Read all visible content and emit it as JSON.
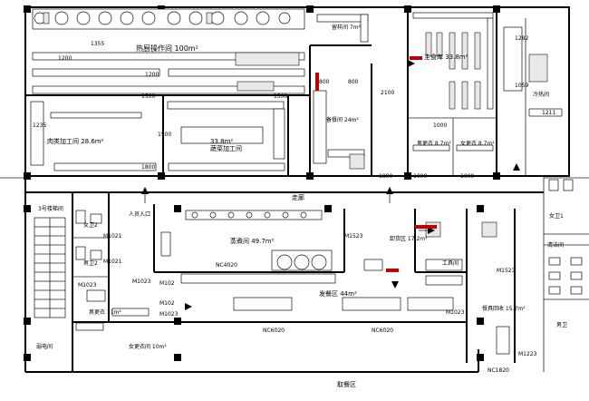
{
  "rooms": {
    "hot_kitchen": "热厨操作间 100m²",
    "snack_room": "留样间 7m²",
    "main_store": "主食库 33.8m²",
    "cold_room": "冷热间",
    "meat_room": "肉类加工间 28.6m²",
    "veg_room": "33.8m²\n蔬菜加工间",
    "prep_room": "备餐间 24m²",
    "male_locker_top": "男更衣 8.7m²",
    "female_locker_top": "女更衣 8.7m²",
    "corridor": "走廊",
    "stair3": "3号楼梯间",
    "wc_female2": "女卫2",
    "wc_male2": "男卫2",
    "staff_entry": "人员入口",
    "steam_room": "蒸煮间 49.7m²",
    "unload": "卸货区 17.2m²",
    "tool_room": "工具间",
    "serving": "发餐区 44m²",
    "tableware": "餐具回收 15.7m²",
    "male_locker": "男更衣 11m²",
    "female_locker": "女更衣间 10m²",
    "weak_elec": "弱电间",
    "pickup": "取餐区",
    "wc_female1": "女卫1",
    "cleaning": "清洁间",
    "wc_male1": "男卫"
  },
  "doors": {
    "nc4020": "NC4020",
    "nc6020a": "NC6020",
    "nc6020b": "NC6020",
    "m1021a": "M1021",
    "m1021b": "M1021",
    "m1023a": "M1023",
    "m1023b": "M1023",
    "m1023c": "M1023",
    "m1023d": "M1023",
    "m1523a": "M1523",
    "m1523b": "M1523",
    "m1223": "M1223",
    "nc1820": "NC1820",
    "m102a": "M102",
    "m102b": "M102"
  },
  "dims": {
    "d1200a": "1200",
    "d1200b": "1200",
    "d1500a": "1500",
    "d1500b": "1500",
    "d1500c": "1500",
    "d1800a": "1800",
    "d1800b": "1800",
    "d1000a": "1000",
    "d1000b": "1000",
    "d1000c": "1000",
    "d2100": "2100",
    "d800a": "800",
    "d800b": "800",
    "d1355": "1355",
    "d1282": "1282",
    "d1235": "1235",
    "d1211": "1211",
    "d1059": "1059"
  }
}
